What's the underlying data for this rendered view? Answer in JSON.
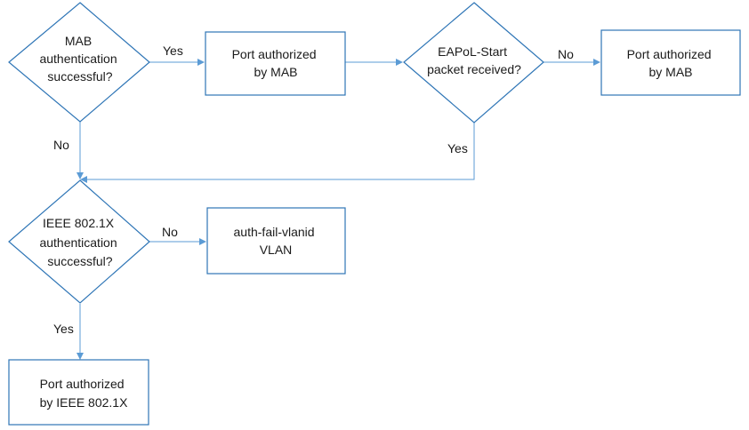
{
  "nodes": {
    "mab_decision": {
      "lines": [
        "MAB",
        "authentication",
        "successful?"
      ]
    },
    "port_mab_1": {
      "lines": [
        "Port authorized",
        "by MAB"
      ]
    },
    "eapol_decision": {
      "lines": [
        "EAPoL-Start",
        "packet received?"
      ]
    },
    "port_mab_2": {
      "lines": [
        "Port authorized",
        "by MAB"
      ]
    },
    "dot1x_decision": {
      "lines": [
        "IEEE 802.1X",
        "authentication",
        "successful?"
      ]
    },
    "auth_fail_vlan": {
      "lines": [
        "auth-fail-vlanid",
        "VLAN"
      ]
    },
    "port_dot1x": {
      "lines": [
        "Port authorized",
        "by IEEE 802.1X"
      ]
    }
  },
  "edges": {
    "mab_yes": "Yes",
    "mab_no": "No",
    "eapol_no": "No",
    "eapol_yes": "Yes",
    "dot1x_no": "No",
    "dot1x_yes": "Yes"
  },
  "colors": {
    "shape_stroke": "#2e75b6",
    "connector": "#5b9bd5",
    "text": "#1a1a1a"
  }
}
